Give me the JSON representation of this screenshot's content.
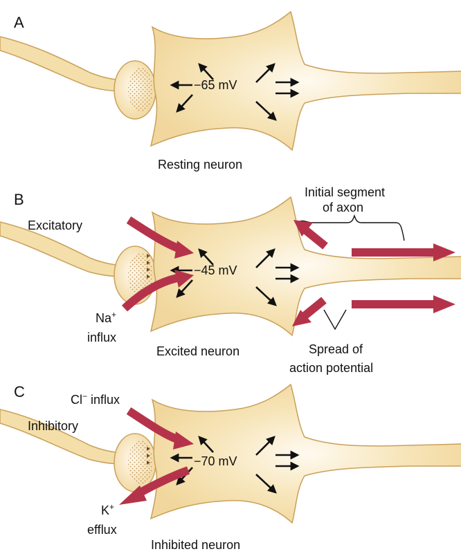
{
  "colors": {
    "neuron_fill": "#f4dfaa",
    "neuron_stroke": "#c9a05a",
    "neuron_center": "#fffaf0",
    "ion_arrow": "#b5334a",
    "black": "#111111",
    "dots": "#b98a44"
  },
  "panels": [
    {
      "letter": "A",
      "potential": "−65 mV",
      "caption": "Resting neuron"
    },
    {
      "letter": "B",
      "potential": "−45 mV",
      "caption": "Excited neuron",
      "synapse_label": "Excitatory",
      "ion_label_sym": "Na",
      "ion_label_charge": "+",
      "ion_label_word": "influx",
      "axon_label_line1": "Initial segment",
      "axon_label_line2": "of axon",
      "spread_label_line1": "Spread of",
      "spread_label_line2": "action potential"
    },
    {
      "letter": "C",
      "potential": "−70 mV",
      "caption": "Inhibited neuron",
      "synapse_label": "Inhibitory",
      "influx_label_sym": "Cl",
      "influx_label_charge": "−",
      "influx_label_word": " influx",
      "efflux_label_sym": "K",
      "efflux_label_charge": "+",
      "efflux_label_word": "efflux"
    }
  ]
}
